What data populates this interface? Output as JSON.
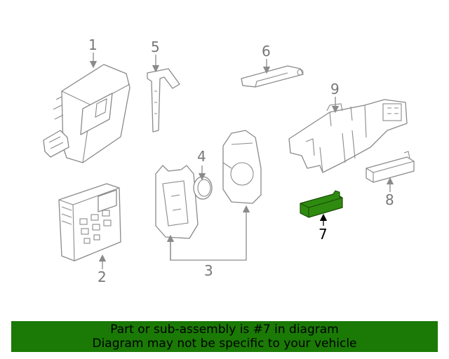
{
  "diagram": {
    "callouts": {
      "c1": "1",
      "c2": "2",
      "c3": "3",
      "c4": "4",
      "c5": "5",
      "c6": "6",
      "c7": "7",
      "c8": "8",
      "c9": "9"
    },
    "highlight_color": "#2e8b0f",
    "highlighted_part": "7"
  },
  "footer": {
    "line1": "Part or sub-assembly is #7 in diagram",
    "line2": "Diagram may not be specific to your vehicle",
    "background_color": "#1a7a05"
  }
}
